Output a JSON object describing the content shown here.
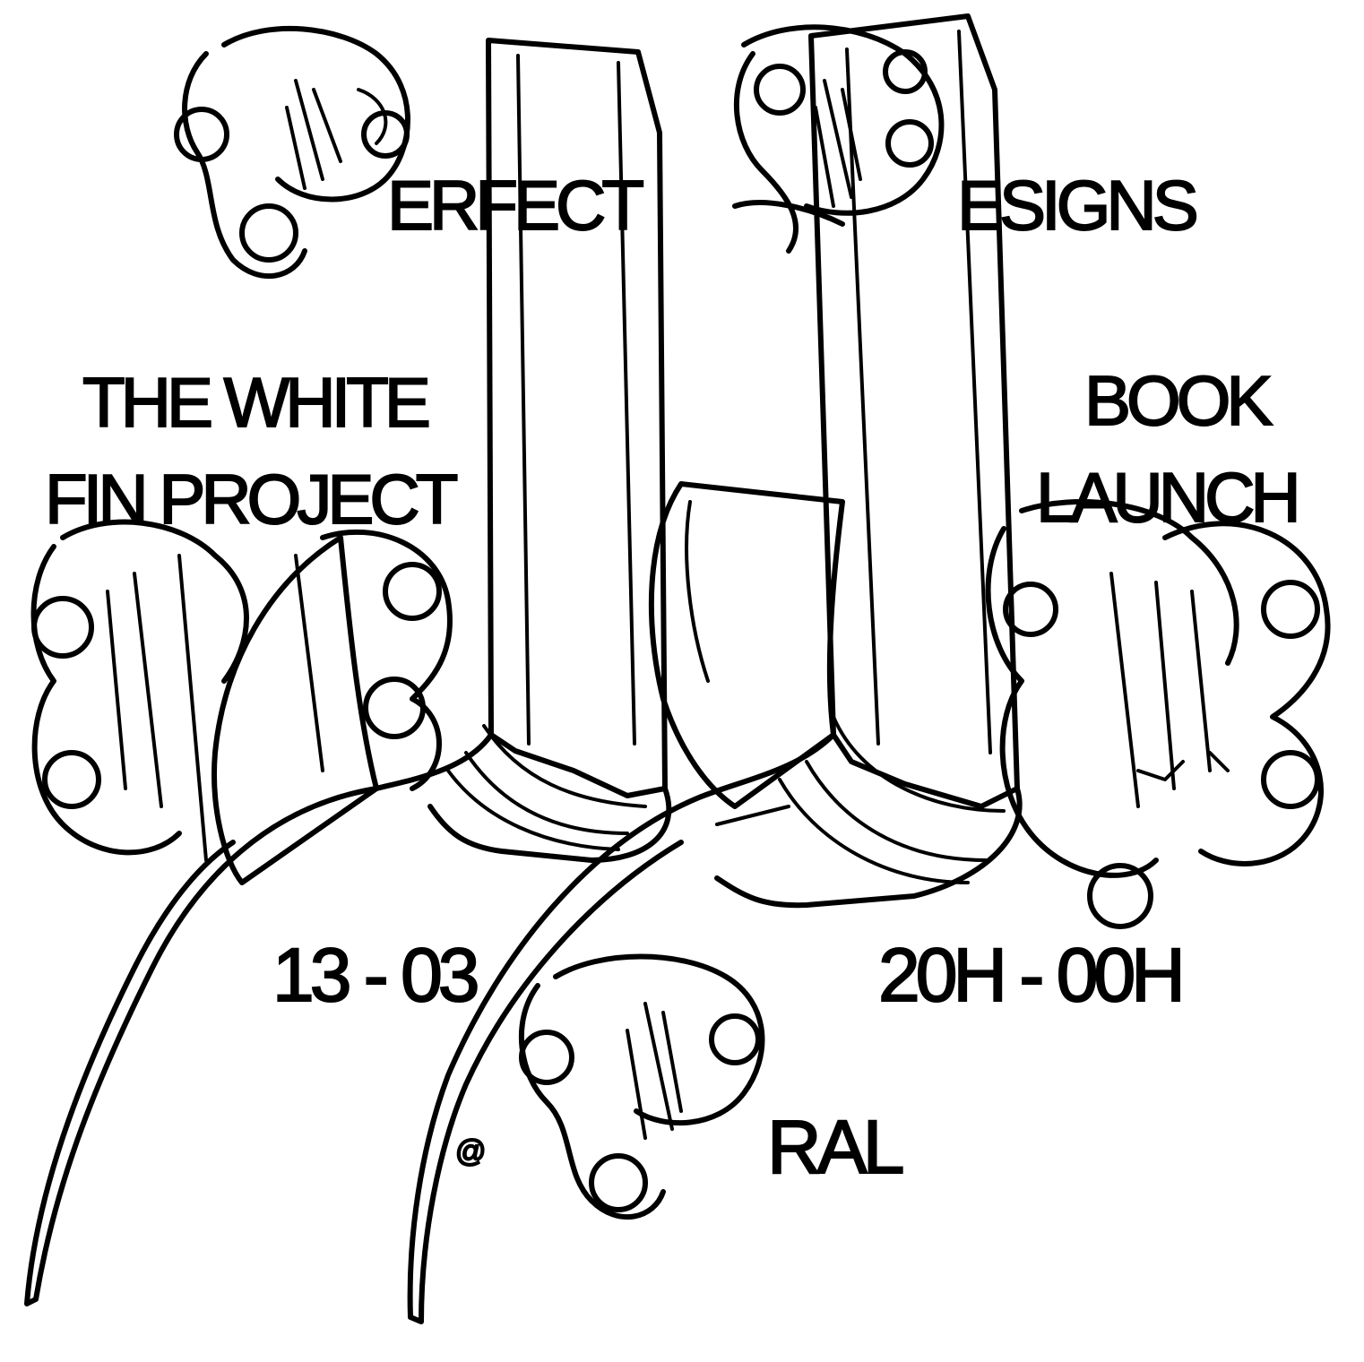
{
  "poster": {
    "header": {
      "left": "ERFECT",
      "right": "ESIGNS"
    },
    "left_block": {
      "line1": "THE WHITE",
      "line2": "FIN PROJECT"
    },
    "right_block": {
      "line1": "BOOK",
      "line2": "LAUNCH"
    },
    "date": "13 - 03",
    "time": "20H - 00H",
    "venue_at": "@",
    "venue": "RAL",
    "colors": {
      "ink": "#000000",
      "paper": "#ffffff"
    },
    "decor_icons": [
      "ornamental-letter-p-icon",
      "ornamental-letter-d-icon",
      "ornamental-letter-h-icon",
      "ornamental-letter-b-icon",
      "ornamental-letter-c-icon"
    ]
  }
}
